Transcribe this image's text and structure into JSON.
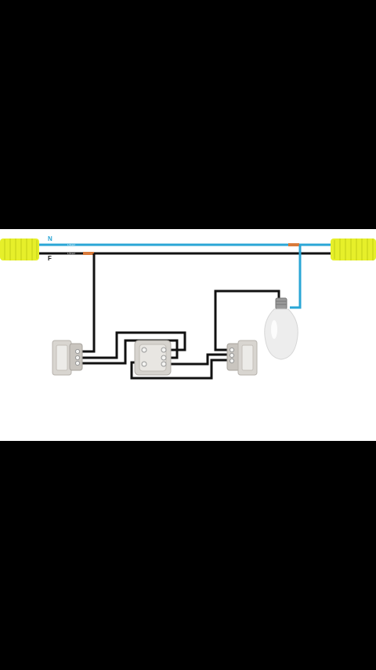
{
  "diagram": {
    "neutral_label": "N",
    "phase_label": "F",
    "neutral_wire_tag": "1,5mm²",
    "phase_wire_tag": "1,5mm²"
  },
  "colors": {
    "frame": "#000000",
    "canvas": "#ffffff",
    "neutral_wire": "#2aa6d6",
    "phase_wire": "#111111",
    "conduit": "#e6ef2a",
    "switch_body": "#d8d5d0",
    "bulb": "#eeeeee",
    "copper": "#d97a3a"
  },
  "components": [
    {
      "type": "conduit",
      "icon": "conduit-left"
    },
    {
      "type": "conduit",
      "icon": "conduit-right"
    },
    {
      "type": "three-way-switch",
      "icon": "switch-icon"
    },
    {
      "type": "four-way-switch",
      "icon": "intermediate-switch-icon"
    },
    {
      "type": "three-way-switch",
      "icon": "switch-icon"
    },
    {
      "type": "lamp",
      "icon": "light-bulb-icon"
    }
  ]
}
